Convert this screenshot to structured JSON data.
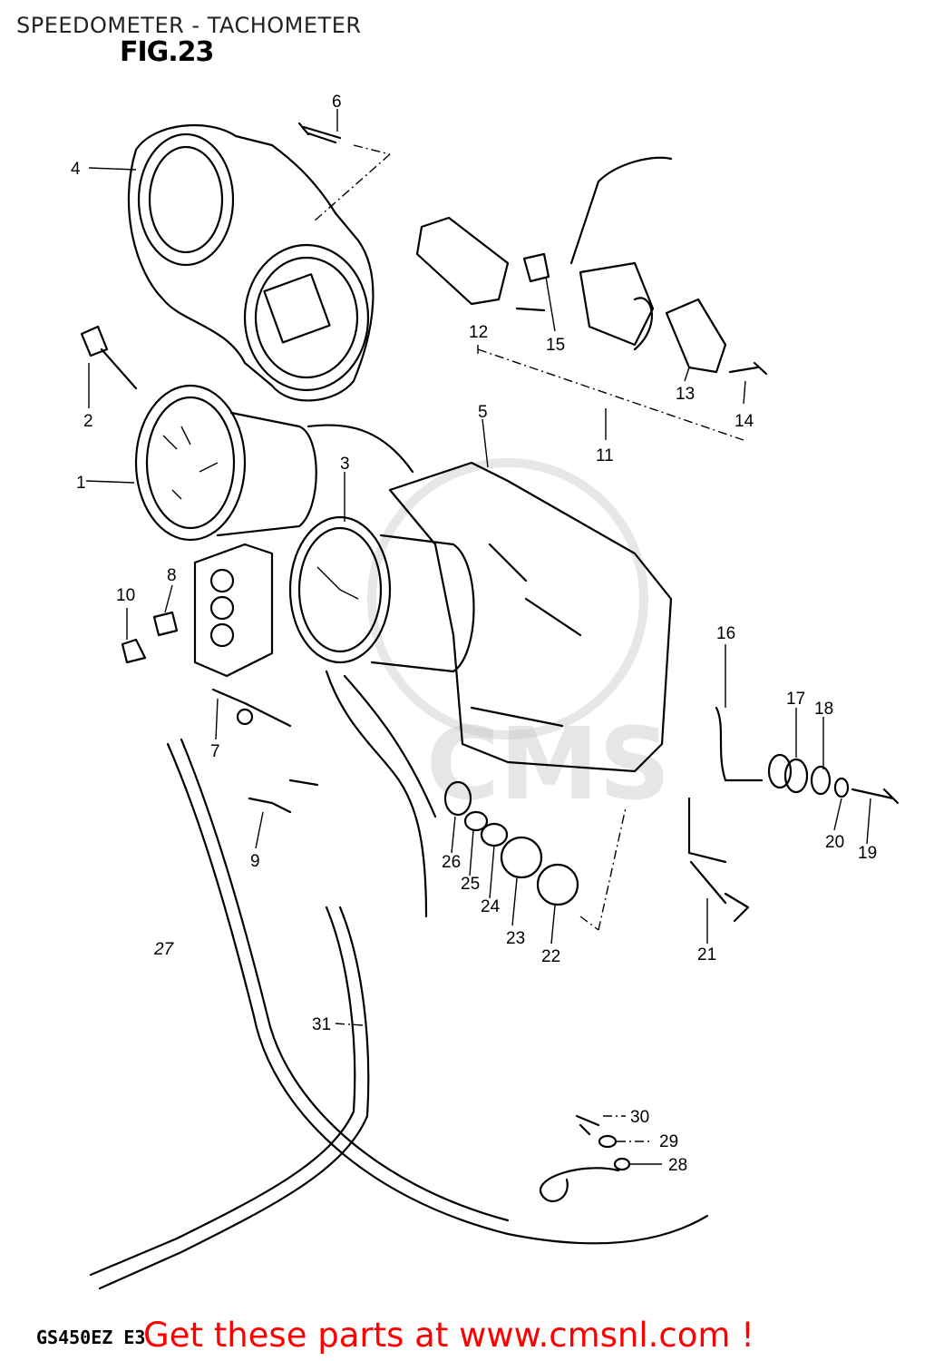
{
  "header": {
    "title": "SPEEDOMETER - TACHOMETER",
    "figure": "FIG.23"
  },
  "footer": {
    "model": "GS450EZ E3",
    "cta": "Get these parts at www.cmsnl.com !"
  },
  "watermark": "CMS",
  "callouts": {
    "c1": "1",
    "c2": "2",
    "c3": "3",
    "c4": "4",
    "c5": "5",
    "c6": "6",
    "c7": "7",
    "c8": "8",
    "c9": "9",
    "c10": "10",
    "c11": "11",
    "c12": "12",
    "c13": "13",
    "c14": "14",
    "c15": "15",
    "c16": "16",
    "c17": "17",
    "c18": "18",
    "c19": "19",
    "c20": "20",
    "c21": "21",
    "c22": "22",
    "c23": "23",
    "c24": "24",
    "c25": "25",
    "c26": "26",
    "c27": "27",
    "c28": "28",
    "c29": "29",
    "c30": "30",
    "c31": "31"
  }
}
